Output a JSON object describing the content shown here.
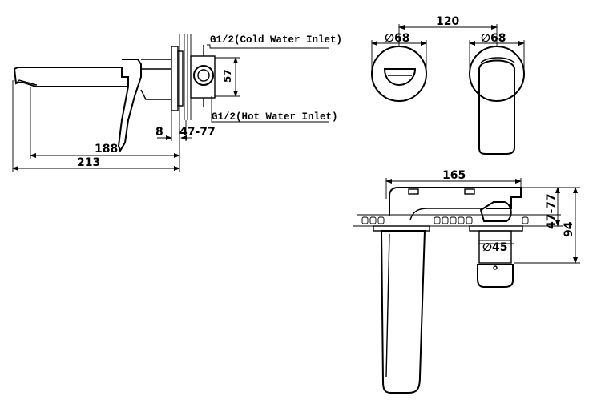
{
  "side_view": {
    "cold_inlet_label": "G1/2(Cold Water Inlet)",
    "hot_inlet_label": "G1/2(Hot Water Inlet)",
    "dim_57": "57",
    "dim_8": "8",
    "dim_47_77": "47-77",
    "dim_188": "188",
    "dim_213": "213"
  },
  "front_view": {
    "dim_120": "120",
    "dim_68_left": "∅68",
    "dim_68_right": "∅68"
  },
  "top_view": {
    "dim_165": "165",
    "dim_47_77": "47-77",
    "dim_94": "94",
    "dim_45": "∅45"
  }
}
